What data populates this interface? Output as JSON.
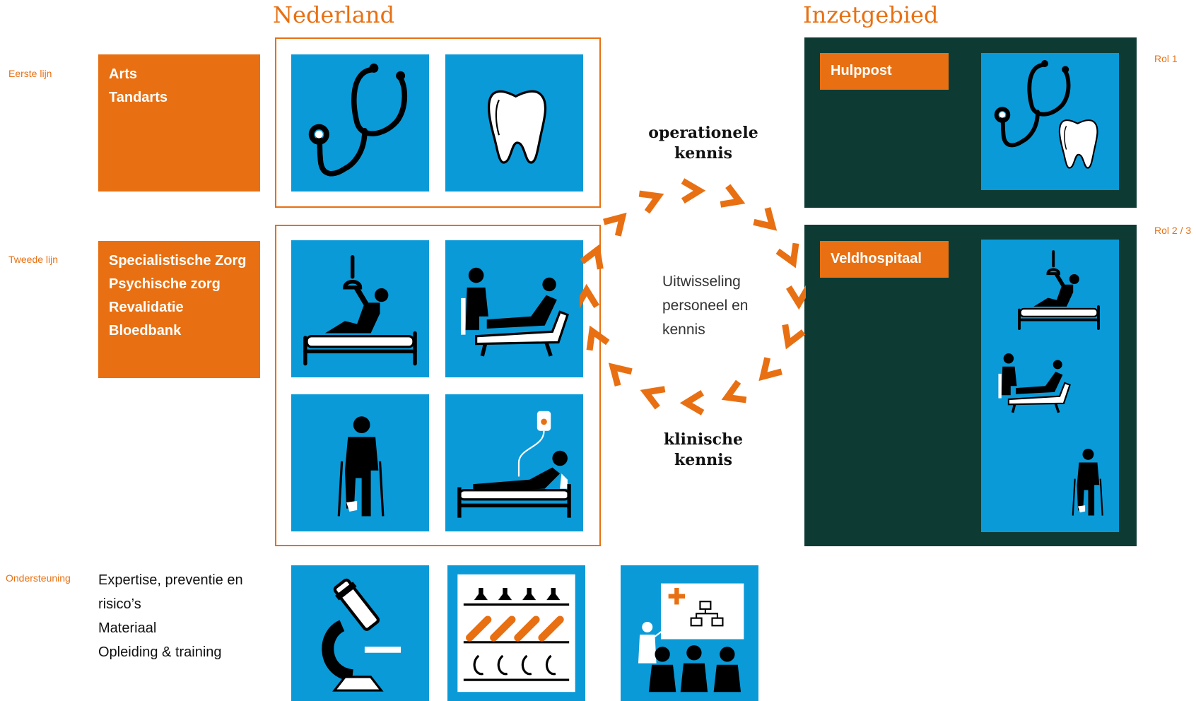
{
  "headers": {
    "left": "Nederland",
    "right": "Inzetgebied"
  },
  "row_labels": {
    "eerste_lijn": "Eerste lijn",
    "tweede_lijn": "Tweede lijn",
    "ondersteuning": "Ondersteuning",
    "rol1": "Rol 1",
    "rol23": "Rol 2 / 3"
  },
  "eerste_lijn_items": [
    "Arts",
    "Tandarts"
  ],
  "tweede_lijn_items": [
    "Specialistische Zorg",
    "Psychische zorg",
    "Revalidatie",
    "Bloedbank"
  ],
  "ondersteuning_items": [
    "Expertise, preventie en",
    "risico’s",
    "Materiaal",
    "Opleiding & training"
  ],
  "center": {
    "top": [
      "operationele",
      "kennis"
    ],
    "middle": [
      "Uitwisseling",
      "personeel en",
      "kennis"
    ],
    "bottom": [
      "klinische",
      "kennis"
    ]
  },
  "deployment": {
    "hulppost": "Hulppost",
    "veldhospitaal": "Veldhospitaal"
  },
  "icons": [
    "stethoscope-icon",
    "tooth-icon",
    "hospital-bed-patient-icon",
    "patient-visit-icon",
    "crutches-patient-icon",
    "iv-drip-patient-icon",
    "microscope-icon",
    "material-shelves-icon",
    "training-presentation-icon"
  ],
  "colors": {
    "accent": "#e87012",
    "tile_blue": "#0a9ad8",
    "dark_green": "#0d3b34"
  }
}
